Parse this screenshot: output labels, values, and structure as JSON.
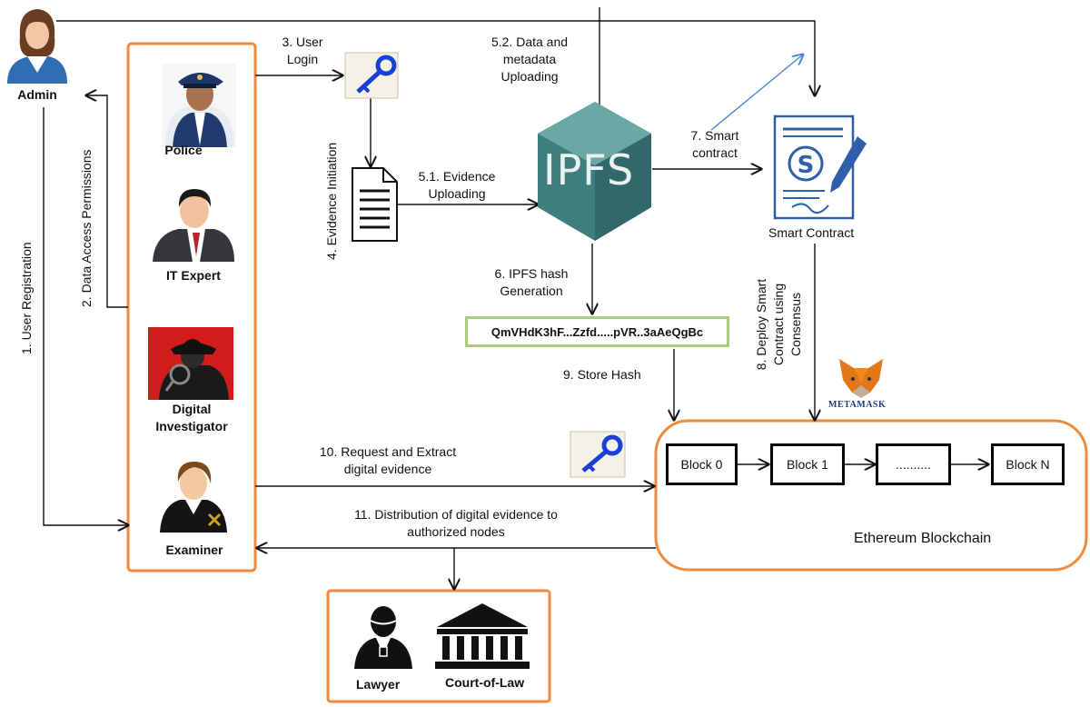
{
  "actors": {
    "admin": "Admin",
    "police": "Police",
    "it_expert": "IT Expert",
    "digital_investigator": "Digital\nInvestigator",
    "examiner": "Examiner",
    "lawyer": "Lawyer",
    "court": "Court-of-Law"
  },
  "steps": {
    "s1": "1. User Registration",
    "s2": "2. Data Access Permissions",
    "s3": "3. User\nLogin",
    "s4": "4. Evidence Initiation",
    "s51": "5.1. Evidence\nUploading",
    "s52": "5.2. Data and\nmetadata\nUploading",
    "s6": "6. IPFS hash\nGeneration",
    "s7": "7. Smart\ncontract",
    "s8": "8. Deploy Smart\nContract using\nConsensus",
    "s9": "9. Store Hash",
    "s10": "10. Request and Extract\ndigital evidence",
    "s11": "11. Distribution of digital evidence to\nauthorized nodes"
  },
  "ipfs_logo": "IPFS",
  "hash_value": "QmVHdK3hF...Zzfd.....pVR..3aAeQgBc",
  "smart_contract_label": "Smart Contract",
  "metamask_label": "METAMASK",
  "blockchain": {
    "blocks": [
      "Block 0",
      "Block 1",
      "..........",
      "Block N"
    ],
    "label": "Ethereum Blockchain"
  },
  "colors": {
    "orange": "#f08a3c",
    "ipfs_teal": "#3e7e7f",
    "ipfs_light": "#6aa8a5",
    "hash_border": "#a8cc83",
    "key_blue": "#1b3fd6",
    "contract_blue": "#2f5fa8",
    "metamask_orange": "#e2761b"
  }
}
